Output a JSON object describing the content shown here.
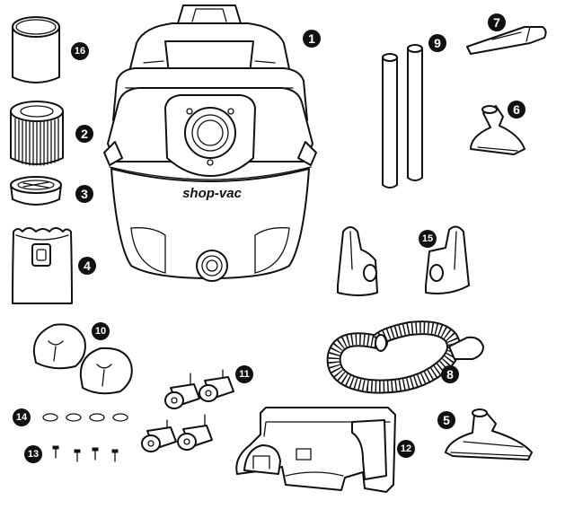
{
  "brand": {
    "lid_logo": "shop-vac",
    "tank_logo": "shop-vac"
  },
  "callouts": {
    "vacuum": "1",
    "cartridge_filter": "2",
    "filter_retainer": "3",
    "collection_bag": "4",
    "floor_nozzle": "5",
    "utility_nozzle": "6",
    "crevice_tool": "7",
    "hose": "8",
    "extension_wands": "9",
    "caster_feet": "10",
    "casters": "11",
    "caddy": "12",
    "screws": "13",
    "washers": "14",
    "accessory_holders": "15",
    "foam_sleeve": "16"
  },
  "colors": {
    "ink": "#111111",
    "paper": "#ffffff"
  }
}
